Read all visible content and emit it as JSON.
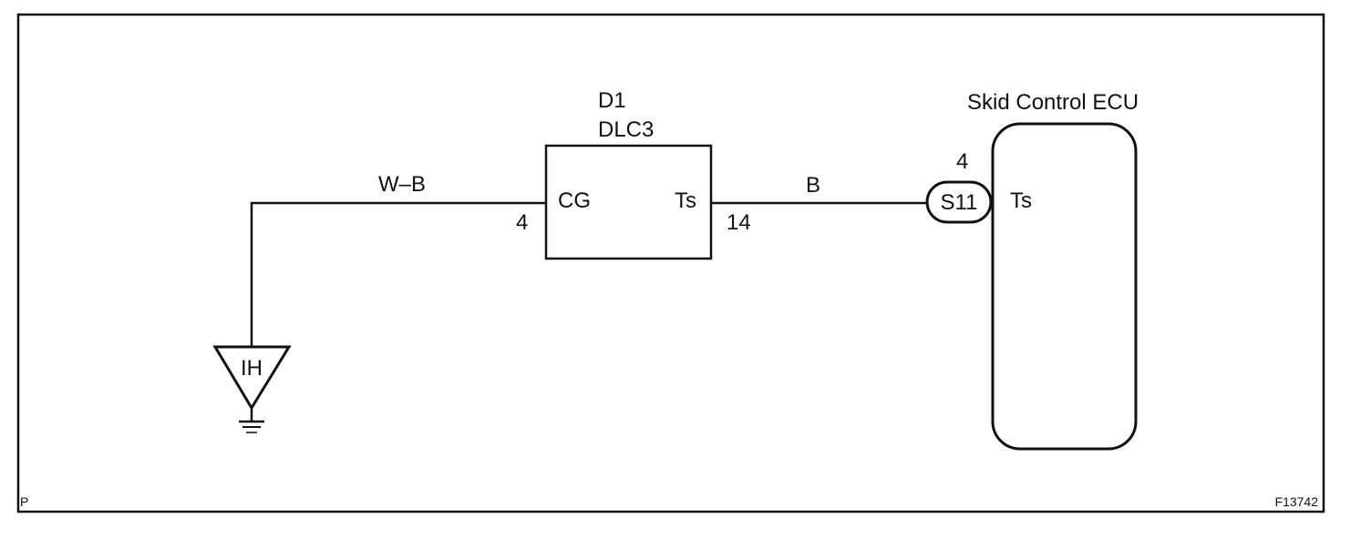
{
  "colors": {
    "line": "#111111",
    "background": "#ffffff"
  },
  "ground": {
    "label": "IH",
    "icon": "ground-icon"
  },
  "wires": {
    "left": {
      "color_code": "W–B"
    },
    "right": {
      "color_code": "B"
    }
  },
  "dlc": {
    "name": "D1",
    "subtitle": "DLC3",
    "pin_left_label": "CG",
    "pin_right_label": "Ts",
    "pin_left_number": "4",
    "pin_right_number": "14"
  },
  "ecu": {
    "title": "Skid Control ECU",
    "connector": "S11",
    "pin_number": "4",
    "pin_label": "Ts"
  },
  "corner": {
    "left": "P",
    "right": "F13742"
  }
}
